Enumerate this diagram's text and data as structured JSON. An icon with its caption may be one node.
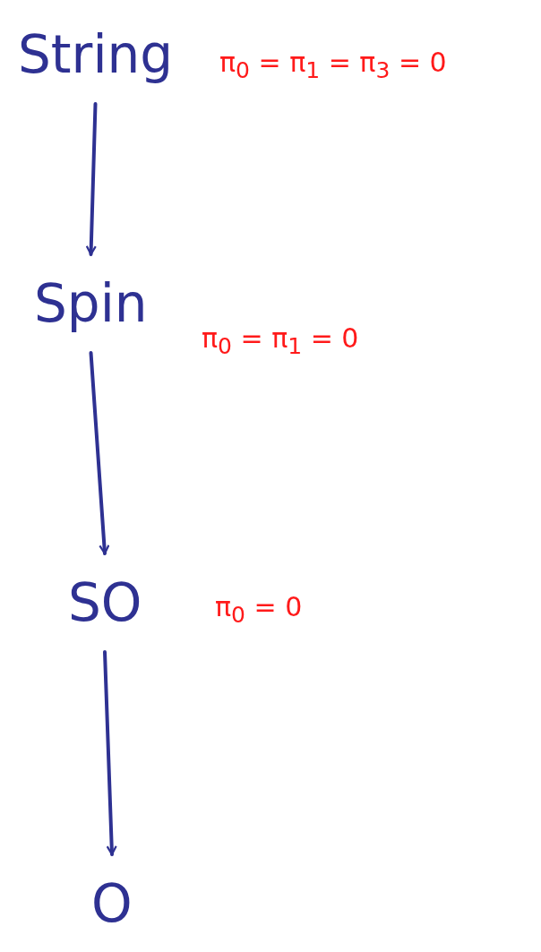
{
  "diagram": {
    "nodes": [
      {
        "text": [
          "String"
        ],
        "beside": [
          "π$_{0}$ = π$_{1}$ = π$_{3}$ = 0"
        ]
      },
      {
        "text": [
          "Spin"
        ],
        "beside": [
          "π$_{0}$ = π$_{1}$ = 0"
        ]
      },
      {
        "text": [
          "SO"
        ],
        "beside": [
          "π$_{0}$ = 0"
        ]
      },
      {
        "text": [
          "O"
        ]
      }
    ],
    "edges": [
      {
        "from": 0,
        "to": 1,
        "arrow": "to"
      },
      {
        "from": 1,
        "to": 2,
        "arrow": "to"
      },
      {
        "from": 2,
        "to": 3,
        "arrow": "to"
      }
    ]
  }
}
